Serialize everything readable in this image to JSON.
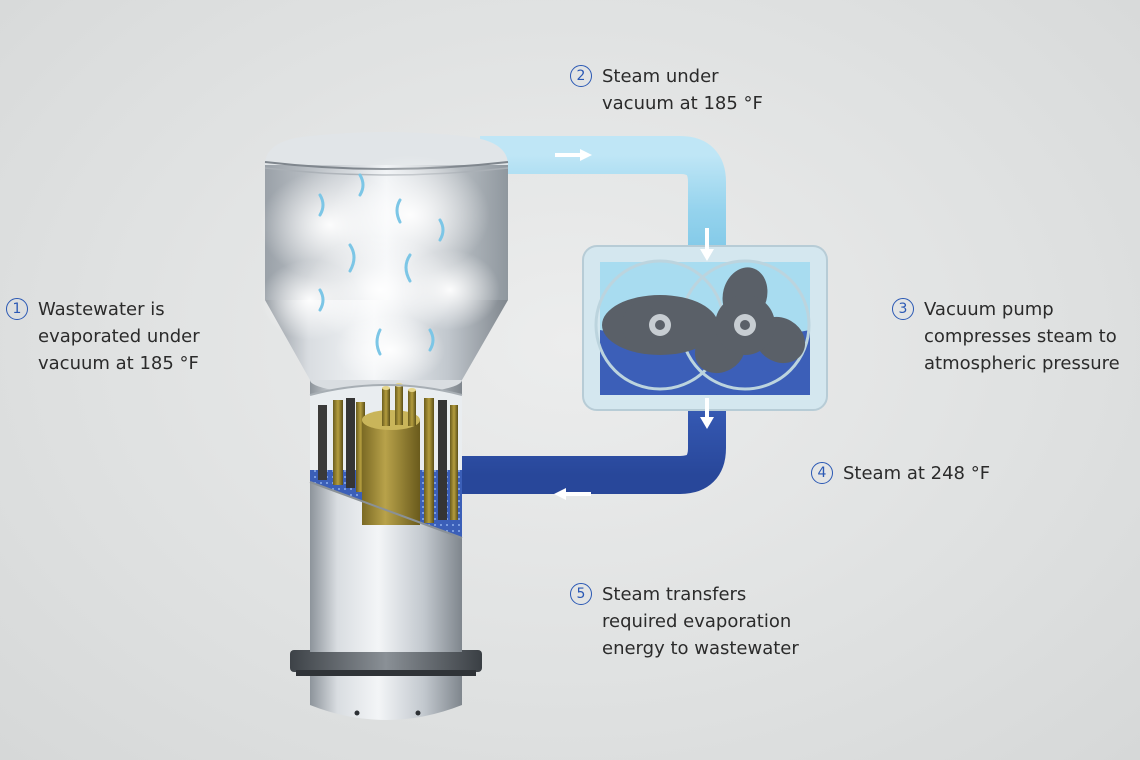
{
  "labels": [
    {
      "number": "1",
      "lines": [
        "Wastewater is",
        "evaporated under",
        "vacuum at 185 °F"
      ]
    },
    {
      "number": "2",
      "lines": [
        "Steam under",
        "vacuum at 185 °F"
      ]
    },
    {
      "number": "3",
      "lines": [
        "Vacuum pump",
        "compresses steam to",
        "atmospheric pressure"
      ]
    },
    {
      "number": "4",
      "lines": [
        "Steam at 248 °F"
      ]
    },
    {
      "number": "5",
      "lines": [
        "Steam transfers",
        "required evaporation",
        "energy to wastewater"
      ]
    }
  ],
  "colors": {
    "vacuum_steam": "#9ed8ef",
    "compressed_steam": "#3b5fb8",
    "label_accent": "#2a58b4",
    "vessel_steel": "#c9ced3",
    "rotor": "#5a6068"
  }
}
